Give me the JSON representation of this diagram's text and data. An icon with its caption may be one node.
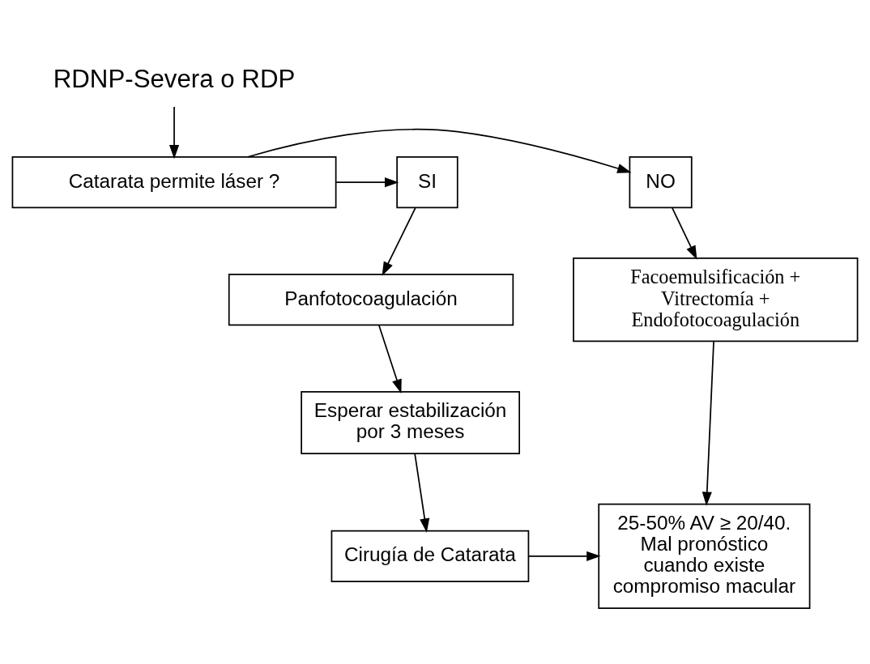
{
  "diagram": {
    "nodes": [
      {
        "text": [
          "RDNP-Severa o RDP"
        ]
      },
      {
        "text": [
          "Catarata permite láser ?"
        ]
      },
      {
        "text": [
          "SI"
        ]
      },
      {
        "text": [
          "NO"
        ]
      },
      {
        "text": [
          "Panfotocoagulación"
        ]
      },
      {
        "text": [
          "Facoemulsificación + Vitrectomía + Endofotocoagulación"
        ]
      },
      {
        "text": [
          "Esperar estabilización por 3 meses"
        ]
      },
      {
        "text": [
          "Cirugía de Catarata"
        ]
      },
      {
        "text": [
          "25-50% AV ≥ 20/40. Mal pronóstico cuando existe compromiso macular"
        ]
      }
    ],
    "edges": [
      {
        "from": 0,
        "to": 1,
        "arrow": "to"
      },
      {
        "from": 1,
        "to": 2,
        "arrow": "to"
      },
      {
        "from": 1,
        "to": 3,
        "arrow": "to"
      },
      {
        "from": 2,
        "to": 4,
        "arrow": "to"
      },
      {
        "from": 3,
        "to": 5,
        "arrow": "to"
      },
      {
        "from": 4,
        "to": 6,
        "arrow": "to"
      },
      {
        "from": 6,
        "to": 7,
        "arrow": "to"
      },
      {
        "from": 7,
        "to": 8,
        "arrow": "to"
      },
      {
        "from": 5,
        "to": 8,
        "arrow": "to"
      }
    ]
  }
}
